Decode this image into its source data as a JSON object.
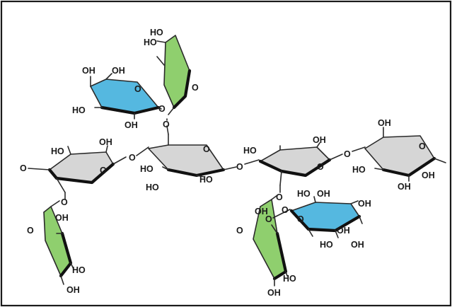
{
  "colors": {
    "glucose": "#d6d6d6",
    "xylose": "#8fcf6e",
    "galactose": "#55b8e0"
  },
  "labels": {
    "ho": "HO",
    "oh": "OH",
    "o": "O"
  }
}
